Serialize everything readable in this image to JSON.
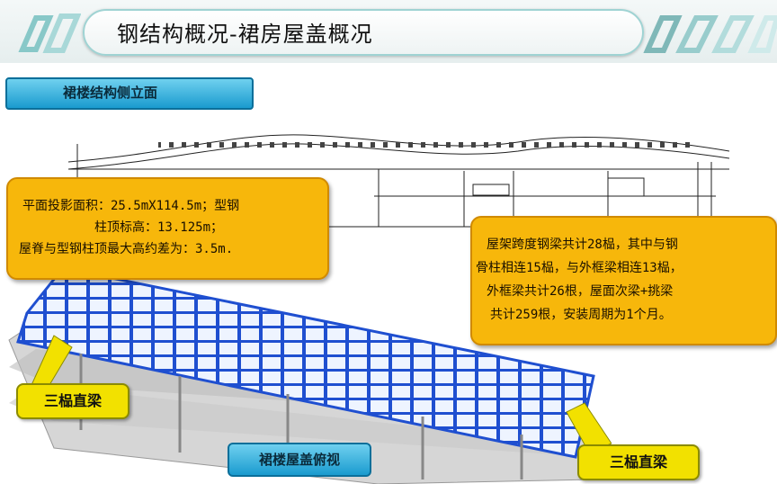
{
  "header": {
    "title": "钢结构概况-裙房屋盖概况"
  },
  "section": {
    "label": "裙楼结构侧立面"
  },
  "callout_left": {
    "lines": [
      "平面投影面积：25.5mX114.5m；型钢",
      "柱顶标高：13.125m；",
      "屋脊与型钢柱顶最大高约差为：3.5m."
    ]
  },
  "callout_right": {
    "lines": [
      "屋架跨度钢梁共计28榀，其中与钢",
      "骨柱相连15榀，与外框梁相连13榀，",
      "外框梁共计26根，屋面次梁+挑梁",
      "共计259根，安装周期为1个月。"
    ]
  },
  "labels": {
    "left": "三榀直梁",
    "right": "三榀直梁"
  },
  "bottom_tab": {
    "label": "裙楼屋盖俯视"
  },
  "colors": {
    "accent": "#1a9bcf",
    "callout": "#f7b70b",
    "label": "#f2e100",
    "steel": "#1f4fd0"
  }
}
